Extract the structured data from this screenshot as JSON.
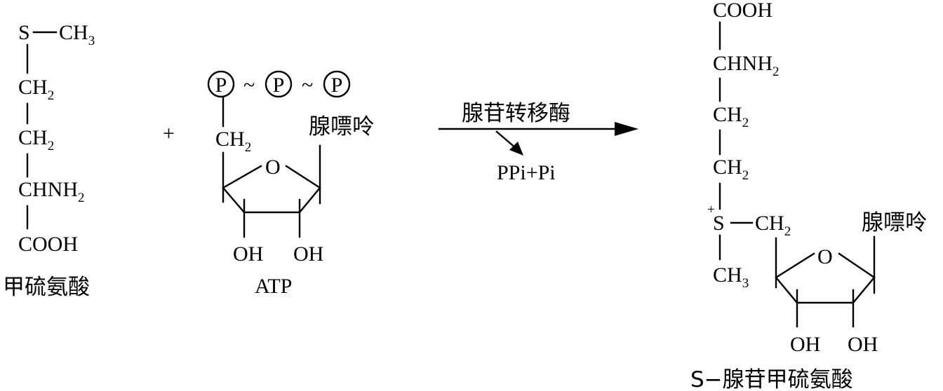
{
  "methionine": {
    "s": "S",
    "ch": "CH",
    "sub3": "3",
    "sub2": "2",
    "chnh": "CHNH",
    "cooh": "COOH",
    "name": "甲硫氨酸"
  },
  "plus": "+",
  "atp": {
    "p": "P",
    "tilde": "~",
    "ch": "CH",
    "sub2": "2",
    "o": "O",
    "base": "腺嘌呤",
    "oh": "OH",
    "name": "ATP"
  },
  "reaction": {
    "enzyme": "腺苷转移酶",
    "byproduct": "PPi+Pi"
  },
  "product": {
    "cooh": "COOH",
    "chnh": "CHNH",
    "ch": "CH",
    "sub2": "2",
    "sub3": "3",
    "splus": "+",
    "s": "S",
    "o": "O",
    "base": "腺嘌呤",
    "oh": "OH",
    "name": "S−腺苷甲硫氨酸"
  }
}
